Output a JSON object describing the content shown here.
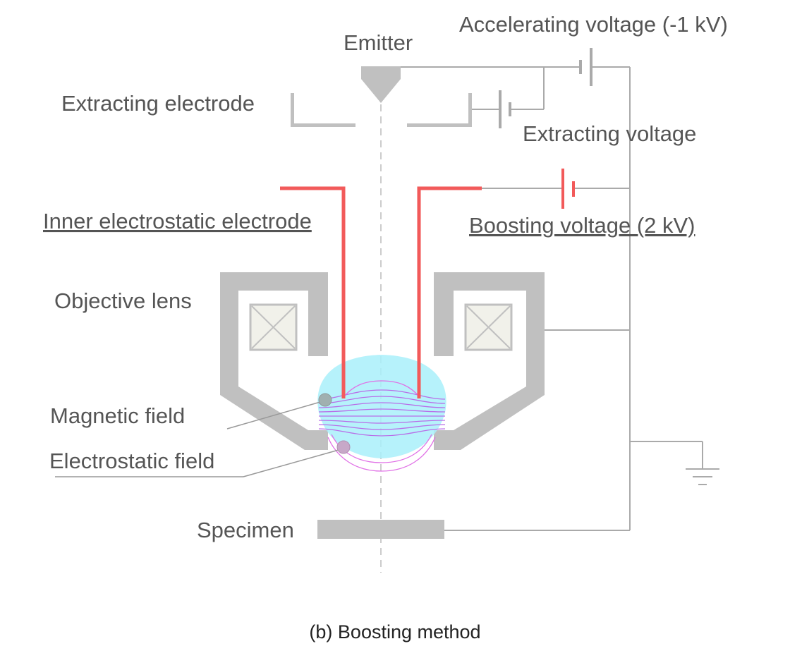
{
  "labels": {
    "accelerating_voltage": "Accelerating voltage (-1 kV)",
    "emitter": "Emitter",
    "extracting_electrode": "Extracting electrode",
    "extracting_voltage": "Extracting voltage",
    "inner_electrostatic_electrode": "Inner electrostatic electrode",
    "boosting_voltage": "Boosting voltage (2 kV)",
    "objective_lens": "Objective lens",
    "magnetic_field": "Magnetic field",
    "electrostatic_field": "Electrostatic field",
    "specimen": "Specimen"
  },
  "caption": "(b) Boosting method",
  "colors": {
    "structure_gray": "#c0c0c0",
    "wire_gray": "#aaaaaa",
    "inner_electrode_red": "#f25a5a",
    "field_region_cyan": "#a9f0fa",
    "field_line_magenta": "#e070e6",
    "text_gray": "#555555"
  }
}
